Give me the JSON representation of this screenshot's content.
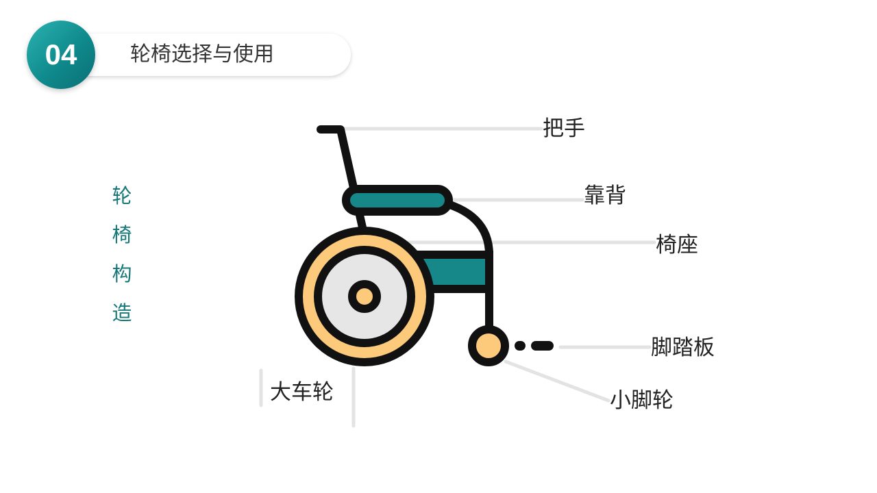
{
  "header": {
    "number": "04",
    "title": "轮椅选择与使用"
  },
  "side_title": {
    "chars": [
      "轮",
      "椅",
      "构",
      "造"
    ]
  },
  "parts": {
    "handle": "把手",
    "backrest": "靠背",
    "seat": "椅座",
    "footrest": "脚踏板",
    "caster": "小脚轮",
    "big_wheel": "大车轮"
  },
  "colors": {
    "accent": "#17888a",
    "wheel_rim": "#fdc97a",
    "wheel_hub": "#e6e6e6",
    "outline": "#111111",
    "leader_line": "#e3e3e3"
  }
}
